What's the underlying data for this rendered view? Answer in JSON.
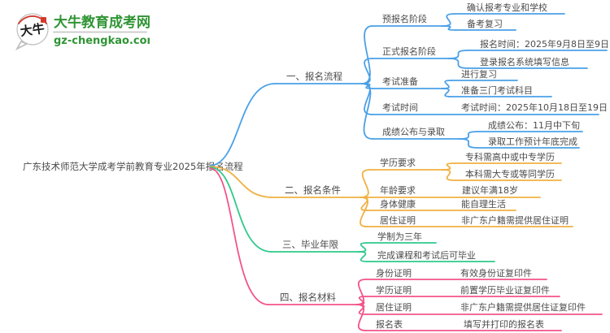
{
  "logo": {
    "badge_text": "大牛",
    "title": "大牛教育成考网",
    "url": "gz-chengkao.com"
  },
  "root": {
    "label": "广东技术师范大学成考学前教育专业2025年报名流程"
  },
  "branches": [
    {
      "label": "一、报名流程",
      "color": "#4aa0e8",
      "children": [
        {
          "label": "预报名阶段",
          "children": [
            {
              "label": "确认报考专业和学校"
            },
            {
              "label": "备考复习"
            }
          ]
        },
        {
          "label": "正式报名阶段",
          "children": [
            {
              "label": "报名时间：2025年9月8日至9日"
            },
            {
              "label": "登录报名系统填写信息"
            }
          ]
        },
        {
          "label": "考试准备",
          "children": [
            {
              "label": "进行复习"
            },
            {
              "label": "准备三门考试科目"
            }
          ]
        },
        {
          "label": "考试时间",
          "children": [
            {
              "label": "考试时间：2025年10月18日至19日"
            }
          ]
        },
        {
          "label": "成绩公布与录取",
          "children": [
            {
              "label": "成绩公布：11月中下旬"
            },
            {
              "label": "录取工作预计年底完成"
            }
          ]
        }
      ]
    },
    {
      "label": "二、报名条件",
      "color": "#f0b142",
      "children": [
        {
          "label": "学历要求",
          "children": [
            {
              "label": "专科需高中或中专学历"
            },
            {
              "label": "本科需大专或等同学历"
            }
          ]
        },
        {
          "label": "年龄要求",
          "children": [
            {
              "label": "建议年满18岁"
            }
          ]
        },
        {
          "label": "身体健康",
          "children": [
            {
              "label": "能自理生活"
            }
          ]
        },
        {
          "label": "居住证明",
          "children": [
            {
              "label": "非广东户籍需提供居住证明"
            }
          ]
        }
      ]
    },
    {
      "label": "三、毕业年限",
      "color": "#2fc98b",
      "children": [
        {
          "label": "学制为三年",
          "children": []
        },
        {
          "label": "完成课程和考试后可毕业",
          "children": []
        }
      ]
    },
    {
      "label": "四、报名材料",
      "color": "#f2548b",
      "children": [
        {
          "label": "身份证明",
          "children": [
            {
              "label": "有效身份证复印件"
            }
          ]
        },
        {
          "label": "学历证明",
          "children": [
            {
              "label": "前置学历毕业证复印件"
            }
          ]
        },
        {
          "label": "居住证明",
          "children": [
            {
              "label": "非广东户籍需提供居住证复印件"
            }
          ]
        },
        {
          "label": "报名表",
          "children": [
            {
              "label": "填写并打印的报名表"
            }
          ]
        }
      ]
    }
  ],
  "colors": {
    "brand_green": "#2f9434",
    "brand_red": "#d23a2d",
    "branch_blue": "#4aa0e8",
    "branch_yellow": "#f0b142",
    "branch_green": "#2fc98b",
    "branch_pink": "#f2548b",
    "node_text": "#4b4b4b",
    "background": "#ffffff"
  }
}
